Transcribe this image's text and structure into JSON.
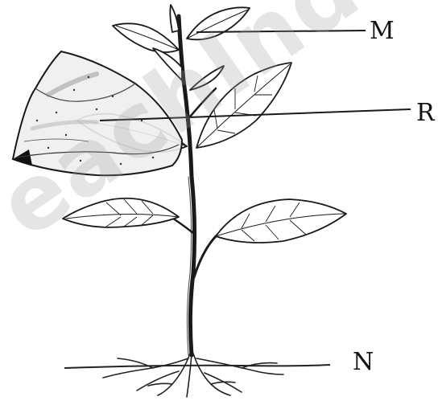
{
  "labels": {
    "m": "M",
    "r": "R",
    "n": "N"
  },
  "watermark": {
    "text": "eachInda"
  },
  "colors": {
    "ink": "#1a1a1a",
    "bag_fill": "#eeeeee",
    "bag_shadow": "#8a8a8a",
    "watermark": "#a0a0a0"
  }
}
